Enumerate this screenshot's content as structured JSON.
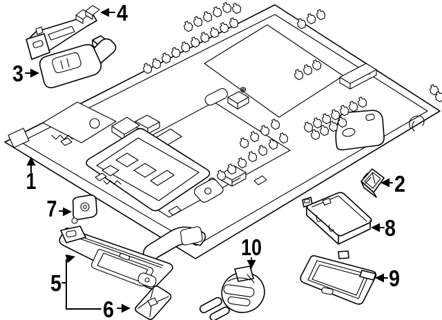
{
  "diagram": {
    "type": "exploded-parts-line-diagram",
    "subject": "vehicle-headliner-and-overhead-interior-trim",
    "background_color": "#ffffff",
    "line_color": "#000000",
    "callouts": {
      "c1": {
        "label": "1",
        "part": "headliner-panel"
      },
      "c2": {
        "label": "2",
        "part": "retainer-clip"
      },
      "c3": {
        "label": "3",
        "part": "grab-handle"
      },
      "c4": {
        "label": "4",
        "part": "grab-handle-bracket"
      },
      "c5": {
        "label": "5",
        "part": "sun-visor"
      },
      "c6": {
        "label": "6",
        "part": "visor-holder-clip"
      },
      "c7": {
        "label": "7",
        "part": "visor-support-clip"
      },
      "c8": {
        "label": "8",
        "part": "overhead-lamp-module"
      },
      "c9": {
        "label": "9",
        "part": "lamp-lens-cover"
      },
      "c10": {
        "label": "10",
        "part": "dome-lamp-unit"
      }
    }
  }
}
